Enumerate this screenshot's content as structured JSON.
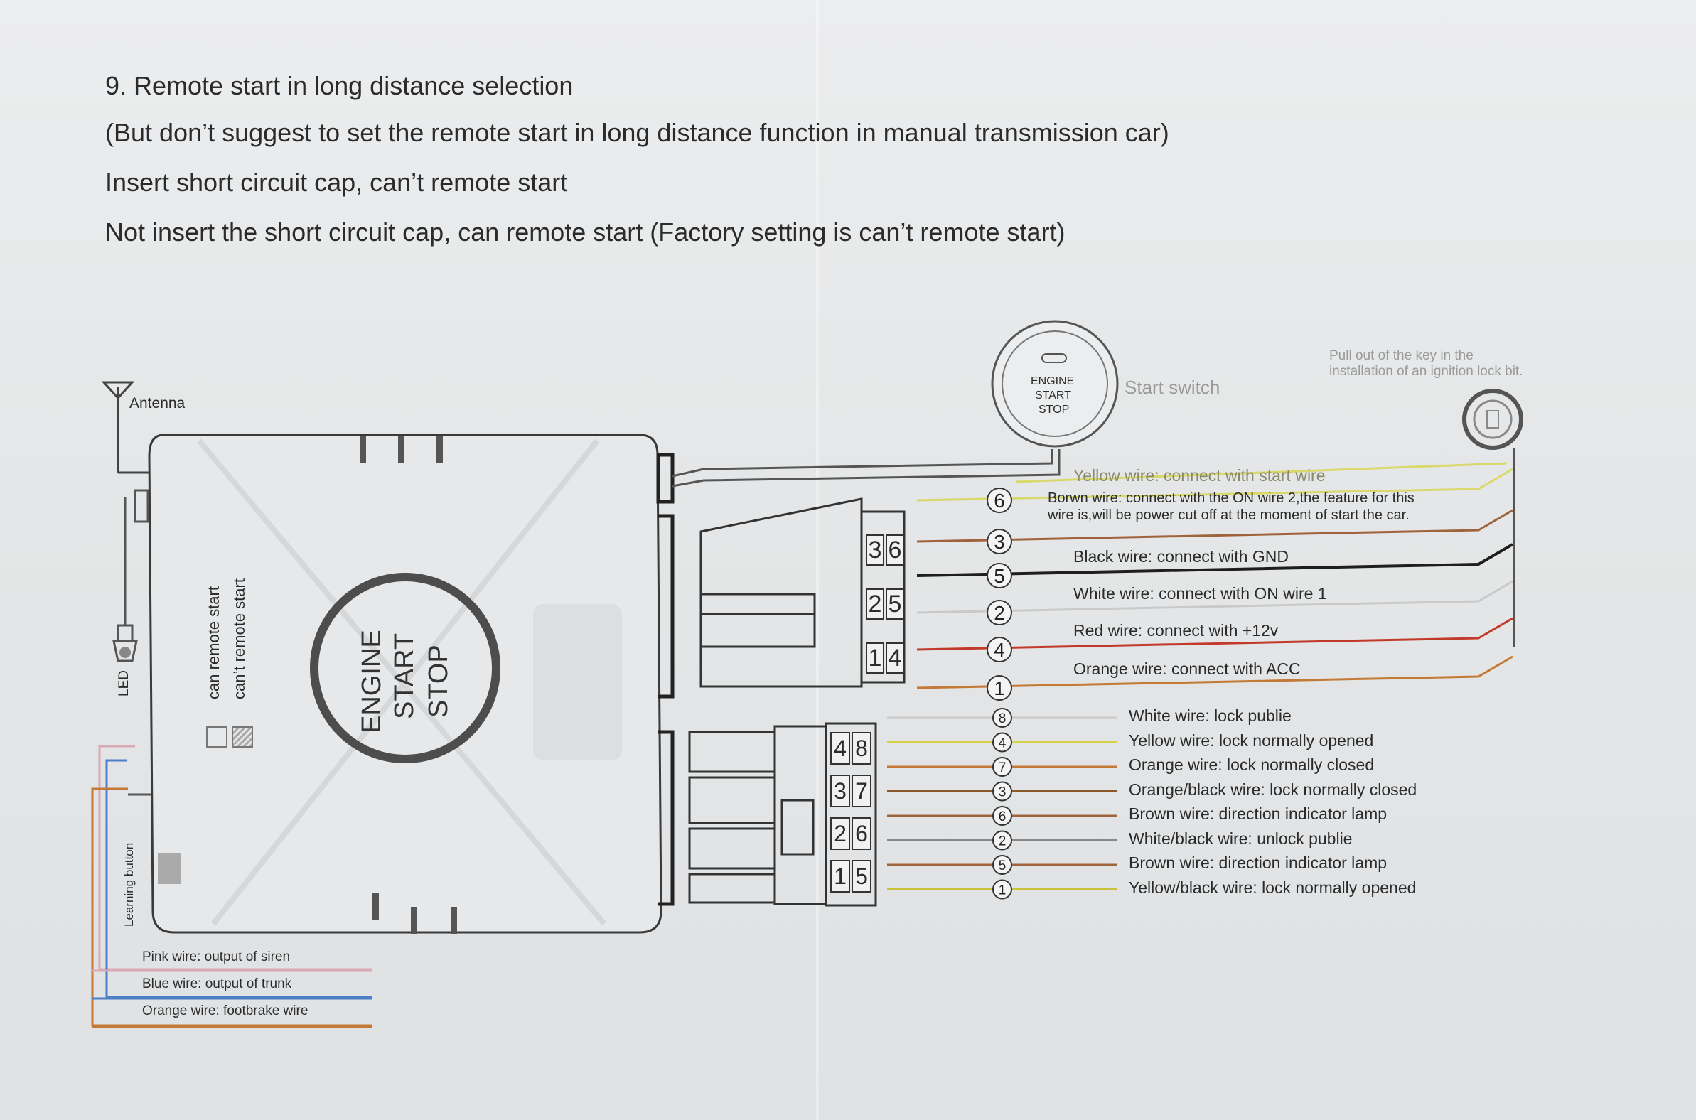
{
  "header": {
    "line1": "9. Remote start in long distance selection",
    "line2": "(But don’t suggest to set the remote start in long distance function in manual transmission car)",
    "line3": "Insert short circuit cap, can’t remote start",
    "line4": "Not insert the short circuit cap, can remote start (Factory setting is can’t remote start)"
  },
  "module": {
    "antenna": "Antenna",
    "led": "LED",
    "learning_button": "Learning button",
    "can_remote_start": "can remote start",
    "cant_remote_start": "can’t remote start",
    "button_word1": "ENGINE",
    "button_word2": "START",
    "button_word3": "STOP"
  },
  "start_switch": {
    "word1": "ENGINE",
    "word2": "START",
    "word3": "STOP",
    "label": "Start switch",
    "note1": "Pull out of the key in the",
    "note2": "installation of an ignition lock bit."
  },
  "connector_upper": {
    "pins": [
      "3",
      "6",
      "2",
      "5",
      "1",
      "4"
    ],
    "wires": [
      {
        "pin": "6",
        "text": "Yellow  wire:  connect  with  start  wire",
        "color": "#d9d86a"
      },
      {
        "pin": "3",
        "text": "Borwn  wire:  connect with the ON wire 2,the feature for this",
        "text2": "wire is,will be power cut off at the moment of start the car.",
        "color": "#a0643c"
      },
      {
        "pin": "5",
        "text": "Black  wire:  connect with GND",
        "color": "#1e1e1e"
      },
      {
        "pin": "2",
        "text": "White  wire:  connect with ON wire 1",
        "color": "#c9c9c9"
      },
      {
        "pin": "4",
        "text": "Red  wire:  connect with +12v",
        "color": "#c23a2a"
      },
      {
        "pin": "1",
        "text": "Orange  wire:  connect with ACC",
        "color": "#c47a36"
      }
    ]
  },
  "connector_lower": {
    "pins": [
      "4",
      "8",
      "3",
      "7",
      "2",
      "6",
      "1",
      "5"
    ],
    "wires": [
      {
        "pin": "8",
        "text": "White  wire:  lock publie",
        "color": "#c9c9c9"
      },
      {
        "pin": "4",
        "text": "Yellow  wire:  lock normally opened",
        "color": "#d6d24a"
      },
      {
        "pin": "7",
        "text": "Orange  wire:  lock normally closed",
        "color": "#c47a36"
      },
      {
        "pin": "3",
        "text": "Orange/black  wire:  lock normally closed",
        "color": "#8a5a2a"
      },
      {
        "pin": "6",
        "text": "Brown  wire:  direction indicator lamp",
        "color": "#a0643c"
      },
      {
        "pin": "2",
        "text": "White/black  wire:  unlock publie",
        "color": "#888888"
      },
      {
        "pin": "5",
        "text": "Brown  wire:  direction indicator lamp",
        "color": "#a0643c"
      },
      {
        "pin": "1",
        "text": "Yellow/black  wire:  lock normally opened",
        "color": "#c9c23a"
      }
    ]
  },
  "bottom_wires": [
    {
      "text": "Pink  wire:  output of siren",
      "color": "#d9a9b4"
    },
    {
      "text": "Blue  wire:  output of trunk",
      "color": "#4d7fc9"
    },
    {
      "text": "Orange  wire:  footbrake wire",
      "color": "#c47a36"
    }
  ]
}
